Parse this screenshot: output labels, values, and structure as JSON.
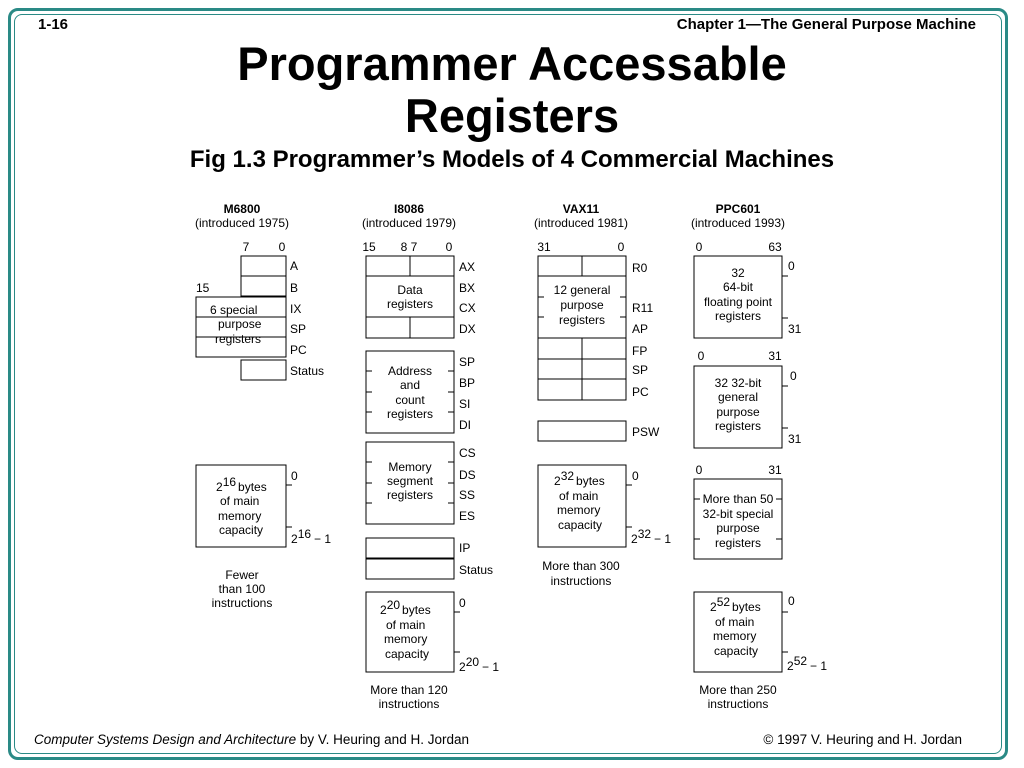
{
  "header": {
    "page_number": "1-16",
    "chapter_title": "Chapter 1—The General Purpose Machine"
  },
  "title": {
    "line1": "Programmer Accessable",
    "line2": "Registers",
    "caption": "Fig 1.3  Programmer’s Models of 4 Commercial Machines"
  },
  "machines": {
    "m6800": {
      "name": "M6800",
      "introduced": "(introduced 1975)",
      "bits_top": [
        "7",
        "0"
      ],
      "bit_15": "15",
      "registers": [
        "A",
        "B",
        "IX",
        "SP",
        "PC",
        "Status"
      ],
      "special_block": [
        "6 special",
        "purpose",
        "registers"
      ],
      "memory_block": {
        "lines": [
          "bytes",
          "of main",
          "memory",
          "capacity"
        ],
        "base": "2",
        "exp": "16"
      },
      "mem_start": "0",
      "mem_end": {
        "base": "2",
        "exp": "16",
        "rest": "−  1"
      },
      "instructions": [
        "Fewer",
        "than 100",
        "instructions"
      ]
    },
    "i8086": {
      "name": "I8086",
      "introduced": "(introduced 1979)",
      "bits_top": [
        "15",
        "8 7",
        "0"
      ],
      "data_registers": [
        "AX",
        "BX",
        "CX",
        "DX"
      ],
      "data_block": [
        "Data",
        "registers"
      ],
      "address_registers": [
        "SP",
        "BP",
        "SI",
        "DI"
      ],
      "address_block": [
        "Address",
        "and",
        "count",
        "registers"
      ],
      "segment_registers": [
        "CS",
        "DS",
        "SS",
        "ES"
      ],
      "segment_block": [
        "Memory",
        "segment",
        "registers"
      ],
      "other_registers": [
        "IP",
        "Status"
      ],
      "memory_block": {
        "lines": [
          "bytes",
          "of main",
          "memory",
          "capacity"
        ],
        "base": "2",
        "exp": "20"
      },
      "mem_start": "0",
      "mem_end": {
        "base": "2",
        "exp": "20",
        "rest": "−  1"
      },
      "instructions": [
        "More than 120",
        "instructions"
      ]
    },
    "vax11": {
      "name": "VAX11",
      "introduced": "(introduced 1981)",
      "bits_top": [
        "31",
        "0"
      ],
      "registers": [
        "R0",
        "R11",
        "AP",
        "FP",
        "SP",
        "PC"
      ],
      "general_block": [
        "12 general",
        "purpose",
        "registers"
      ],
      "psw": "PSW",
      "memory_block": {
        "lines": [
          "bytes",
          "of main",
          "memory",
          "capacity"
        ],
        "base": "2",
        "exp": "32"
      },
      "mem_start": "0",
      "mem_end": {
        "base": "2",
        "exp": "32",
        "rest": "−  1"
      },
      "instructions": [
        "More than 300",
        "instructions"
      ]
    },
    "ppc601": {
      "name": "PPC601",
      "introduced": "(introduced 1993)",
      "fp_bits": [
        "0",
        "63"
      ],
      "fp_block": [
        "32",
        "64-bit",
        "floating point",
        "registers"
      ],
      "fp_range": [
        "0",
        "31"
      ],
      "gp_bits": [
        "0",
        "31"
      ],
      "gp_block": [
        "32 32-bit",
        "general",
        "purpose",
        "registers"
      ],
      "gp_range": [
        "0",
        "31"
      ],
      "sp_bits": [
        "0",
        "31"
      ],
      "sp_block": [
        "More than 50",
        "32-bit special",
        "purpose",
        "registers"
      ],
      "memory_block": {
        "lines": [
          "bytes",
          "of main",
          "memory",
          "capacity"
        ],
        "base": "2",
        "exp": "52"
      },
      "mem_start": "0",
      "mem_end": {
        "base": "2",
        "exp": "52",
        "rest": "−  1"
      },
      "instructions": [
        "More than 250",
        "instructions"
      ]
    }
  },
  "footer": {
    "book_title": "Computer Systems Design and Architecture",
    "authors": " by V. Heuring and H. Jordan",
    "copyright": "© 1997 V. Heuring and H. Jordan"
  }
}
